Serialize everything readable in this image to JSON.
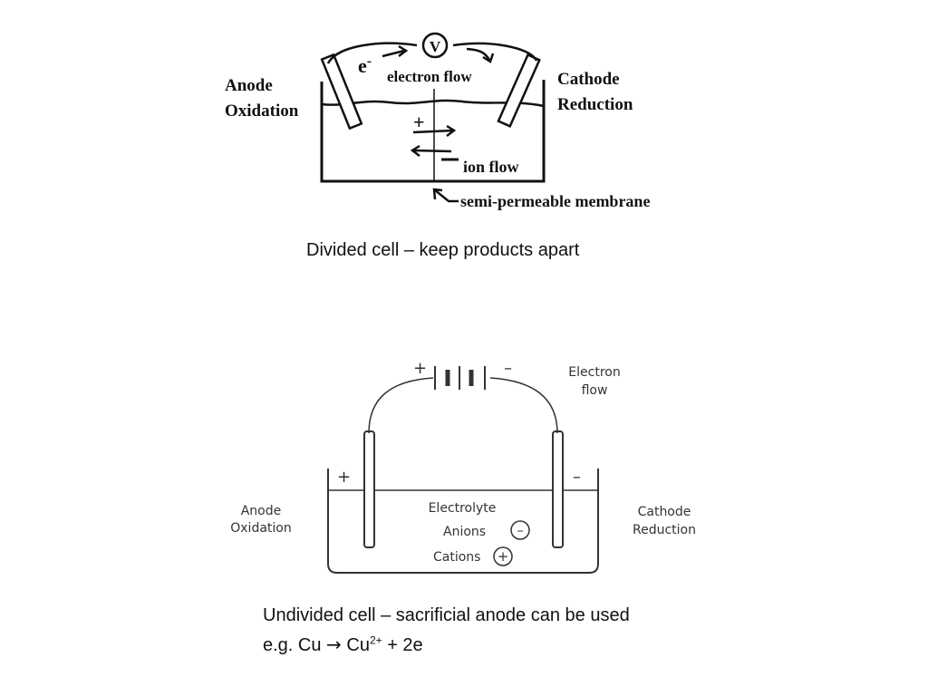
{
  "divided": {
    "electron_sym": "e",
    "electron_sup": "-",
    "meter": "V",
    "electron_flow": "electron flow",
    "anode": "Anode",
    "oxidation": "Oxidation",
    "cathode": "Cathode",
    "reduction": "Reduction",
    "plus": "+",
    "ion_flow": "ion flow",
    "membrane": "semi-permeable membrane",
    "caption": "Divided cell – keep products apart"
  },
  "undivided": {
    "plus_terminal": "+",
    "minus_terminal": "–",
    "electron_flow_1": "Electron",
    "electron_flow_2": "flow",
    "plus_sign": "+",
    "minus_sign": "–",
    "anode": "Anode",
    "oxidation": "Oxidation",
    "cathode": "Cathode",
    "reduction": "Reduction",
    "electrolyte": "Electrolyte",
    "anions": "Anions",
    "cations": "Cations",
    "anion_symbol": "–",
    "cation_symbol": "+",
    "caption_line1": "Undivided cell – sacrificial anode can be used",
    "caption_line2_a": "e.g. Cu ",
    "caption_arrow": "→",
    "caption_line2_b": " Cu",
    "caption_sup": "2+",
    "caption_line2_c": " + 2e"
  }
}
